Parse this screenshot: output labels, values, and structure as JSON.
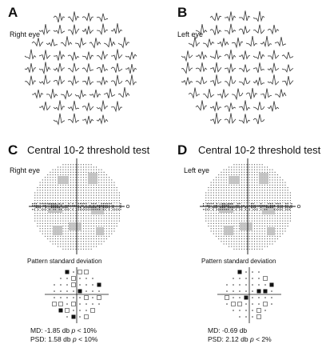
{
  "panels": [
    {
      "letter": "A",
      "eye_label": "Right eye"
    },
    {
      "letter": "B",
      "eye_label": "Left eye"
    },
    {
      "letter": "C",
      "title": "Central 10-2 threshold test",
      "eye_label": "Right eye",
      "subtitle": "Pattern standard deviation",
      "md_label": "MD:",
      "md_value": "-1.85 db",
      "md_p": "p",
      "md_thresh": "< 10%",
      "psd_label": "PSD:",
      "psd_value": "1.58 db",
      "psd_p": "p",
      "psd_thresh": "< 10%"
    },
    {
      "letter": "D",
      "title": "Central 10-2 threshold test",
      "eye_label": "Left eye",
      "subtitle": "Pattern standard deviation",
      "md_label": "MD:",
      "md_value": "-0.69 db",
      "psd_label": "PSD:",
      "psd_value": "2.12 db",
      "psd_p": "p",
      "psd_thresh": "< 2%"
    }
  ]
}
